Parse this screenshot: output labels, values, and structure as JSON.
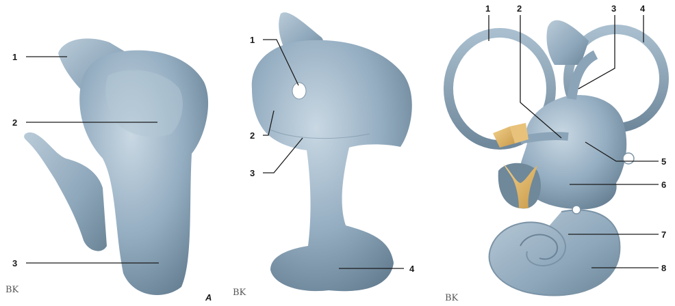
{
  "colors": {
    "tissue": "#8fa8bd",
    "tissue_dark": "#6a8498",
    "tissue_light": "#c3d3df",
    "ossicle": "#e2b86a",
    "label": "#1a1a1a"
  },
  "panels": [
    {
      "labels": [
        "1",
        "2",
        "3"
      ],
      "signature": "BK",
      "corner_mark": "A"
    },
    {
      "labels": [
        "1",
        "2",
        "3",
        "4"
      ],
      "signature": "BK"
    },
    {
      "labels": [
        "1",
        "2",
        "3",
        "4",
        "5",
        "6",
        "7",
        "8"
      ],
      "signature": "BK"
    }
  ]
}
